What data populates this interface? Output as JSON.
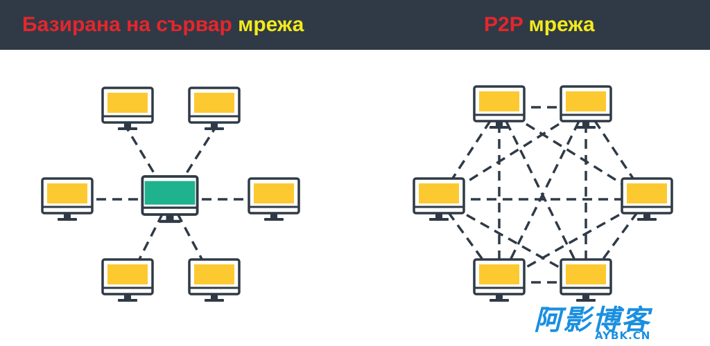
{
  "left_panel": {
    "title_part1": "Базирана на сървар",
    "title_part2": "мрежа"
  },
  "right_panel": {
    "title_part1": "P2P",
    "title_part2": "мрежа"
  },
  "colors": {
    "header_bg": "#2f3a46",
    "title_red": "#e5262c",
    "title_yellow": "#f3ea1c",
    "client_screen": "#fcc931",
    "server_screen": "#1fb28f",
    "link": "#2f3a46"
  },
  "icons": {
    "client": "desktop-monitor-icon",
    "server": "server-monitor-icon"
  },
  "watermark": {
    "brand_cn": "阿影博客",
    "brand_en": "AYBK.CN"
  }
}
